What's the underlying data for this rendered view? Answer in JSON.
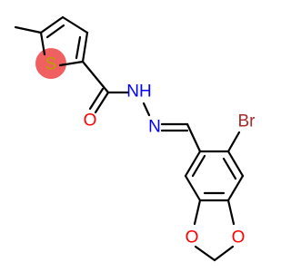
{
  "molecule": {
    "atoms": {
      "S": "S",
      "NH": "NH",
      "N": "N",
      "O_carbonyl": "O",
      "Br": "Br",
      "O_ring_left": "O",
      "O_ring_right": "O"
    },
    "colors": {
      "bond": "#000000",
      "S": "#b8a000",
      "S_highlight": "#f06060",
      "N": "#0000ff",
      "O": "#ff0000",
      "Br": "#a52a2a"
    }
  }
}
